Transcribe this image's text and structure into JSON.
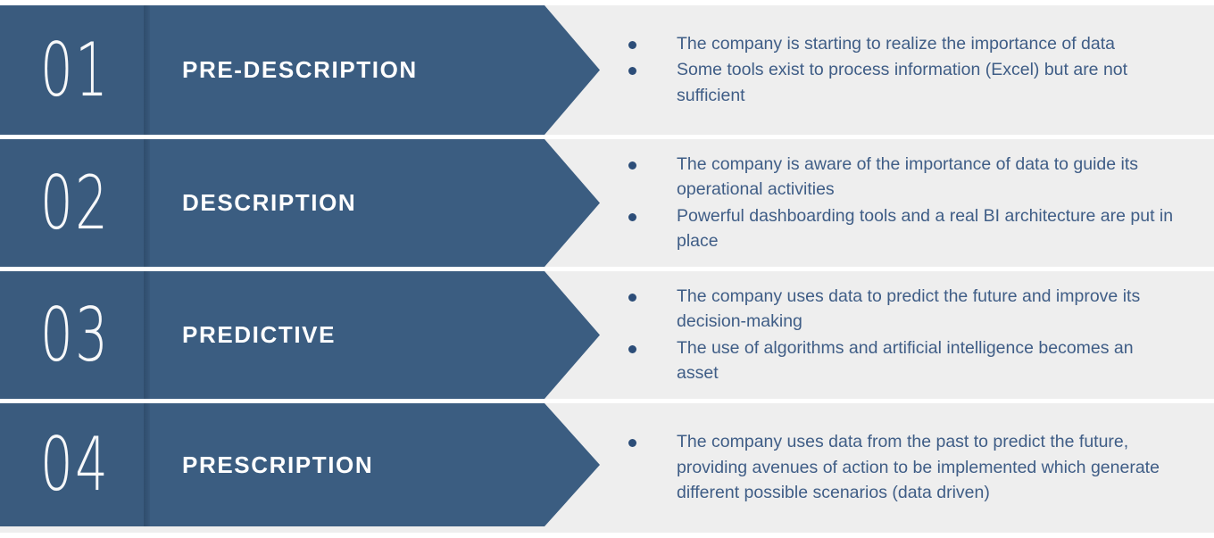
{
  "colors": {
    "arrow_fill": "#3B5D81",
    "number_block_fill": "#3A5B7E",
    "panel_bg": "#EEEEEE",
    "body_text": "#3F5D86",
    "bullet_dot": "#2C4D78",
    "label_text": "#FFFFFF",
    "separator": "#FFFFFF"
  },
  "steps": [
    {
      "number": "01",
      "label": "PRE-DESCRIPTION",
      "bullets": [
        "The company is starting to realize the importance of data",
        "Some tools exist to process information (Excel) but are not sufficient"
      ]
    },
    {
      "number": "02",
      "label": "DESCRIPTION",
      "bullets": [
        "The company is aware of the importance of data to guide its operational activities",
        "Powerful dashboarding tools and a real BI architecture are put in place"
      ]
    },
    {
      "number": "03",
      "label": "PREDICTIVE",
      "bullets": [
        "The company uses data to predict the future and improve its decision-making",
        "The use of algorithms and artificial intelligence becomes an asset"
      ]
    },
    {
      "number": "04",
      "label": "PRESCRIPTION",
      "bullets": [
        "The company uses data from the past to predict the future, providing avenues of action to be implemented which generate different possible scenarios (data driven)"
      ]
    }
  ]
}
